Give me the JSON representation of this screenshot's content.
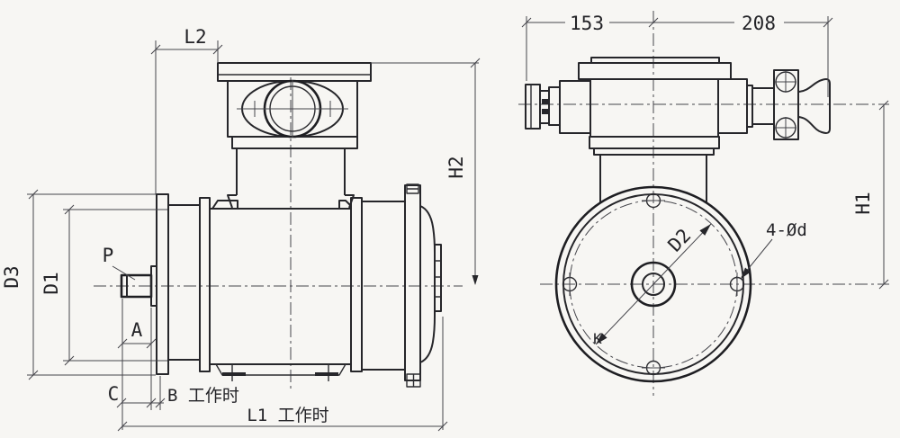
{
  "drawing": {
    "colors": {
      "background": "#f7f6f3",
      "object_line": "#26262a",
      "dimension_line": "#45454b",
      "text": "#232327"
    },
    "side_view": {
      "dimensions": {
        "l2": "L2",
        "h2": "H2",
        "d3": "D3",
        "d1": "D1",
        "p": "P",
        "a": "A",
        "c": "C",
        "b_working": "B 工作时",
        "l1_working": "L1 工作时"
      }
    },
    "front_view": {
      "dimensions": {
        "top_left": "153",
        "top_right": "208",
        "h1": "H1",
        "bolt_holes": "4-Ød",
        "d2": "D2",
        "k": "K"
      }
    }
  }
}
